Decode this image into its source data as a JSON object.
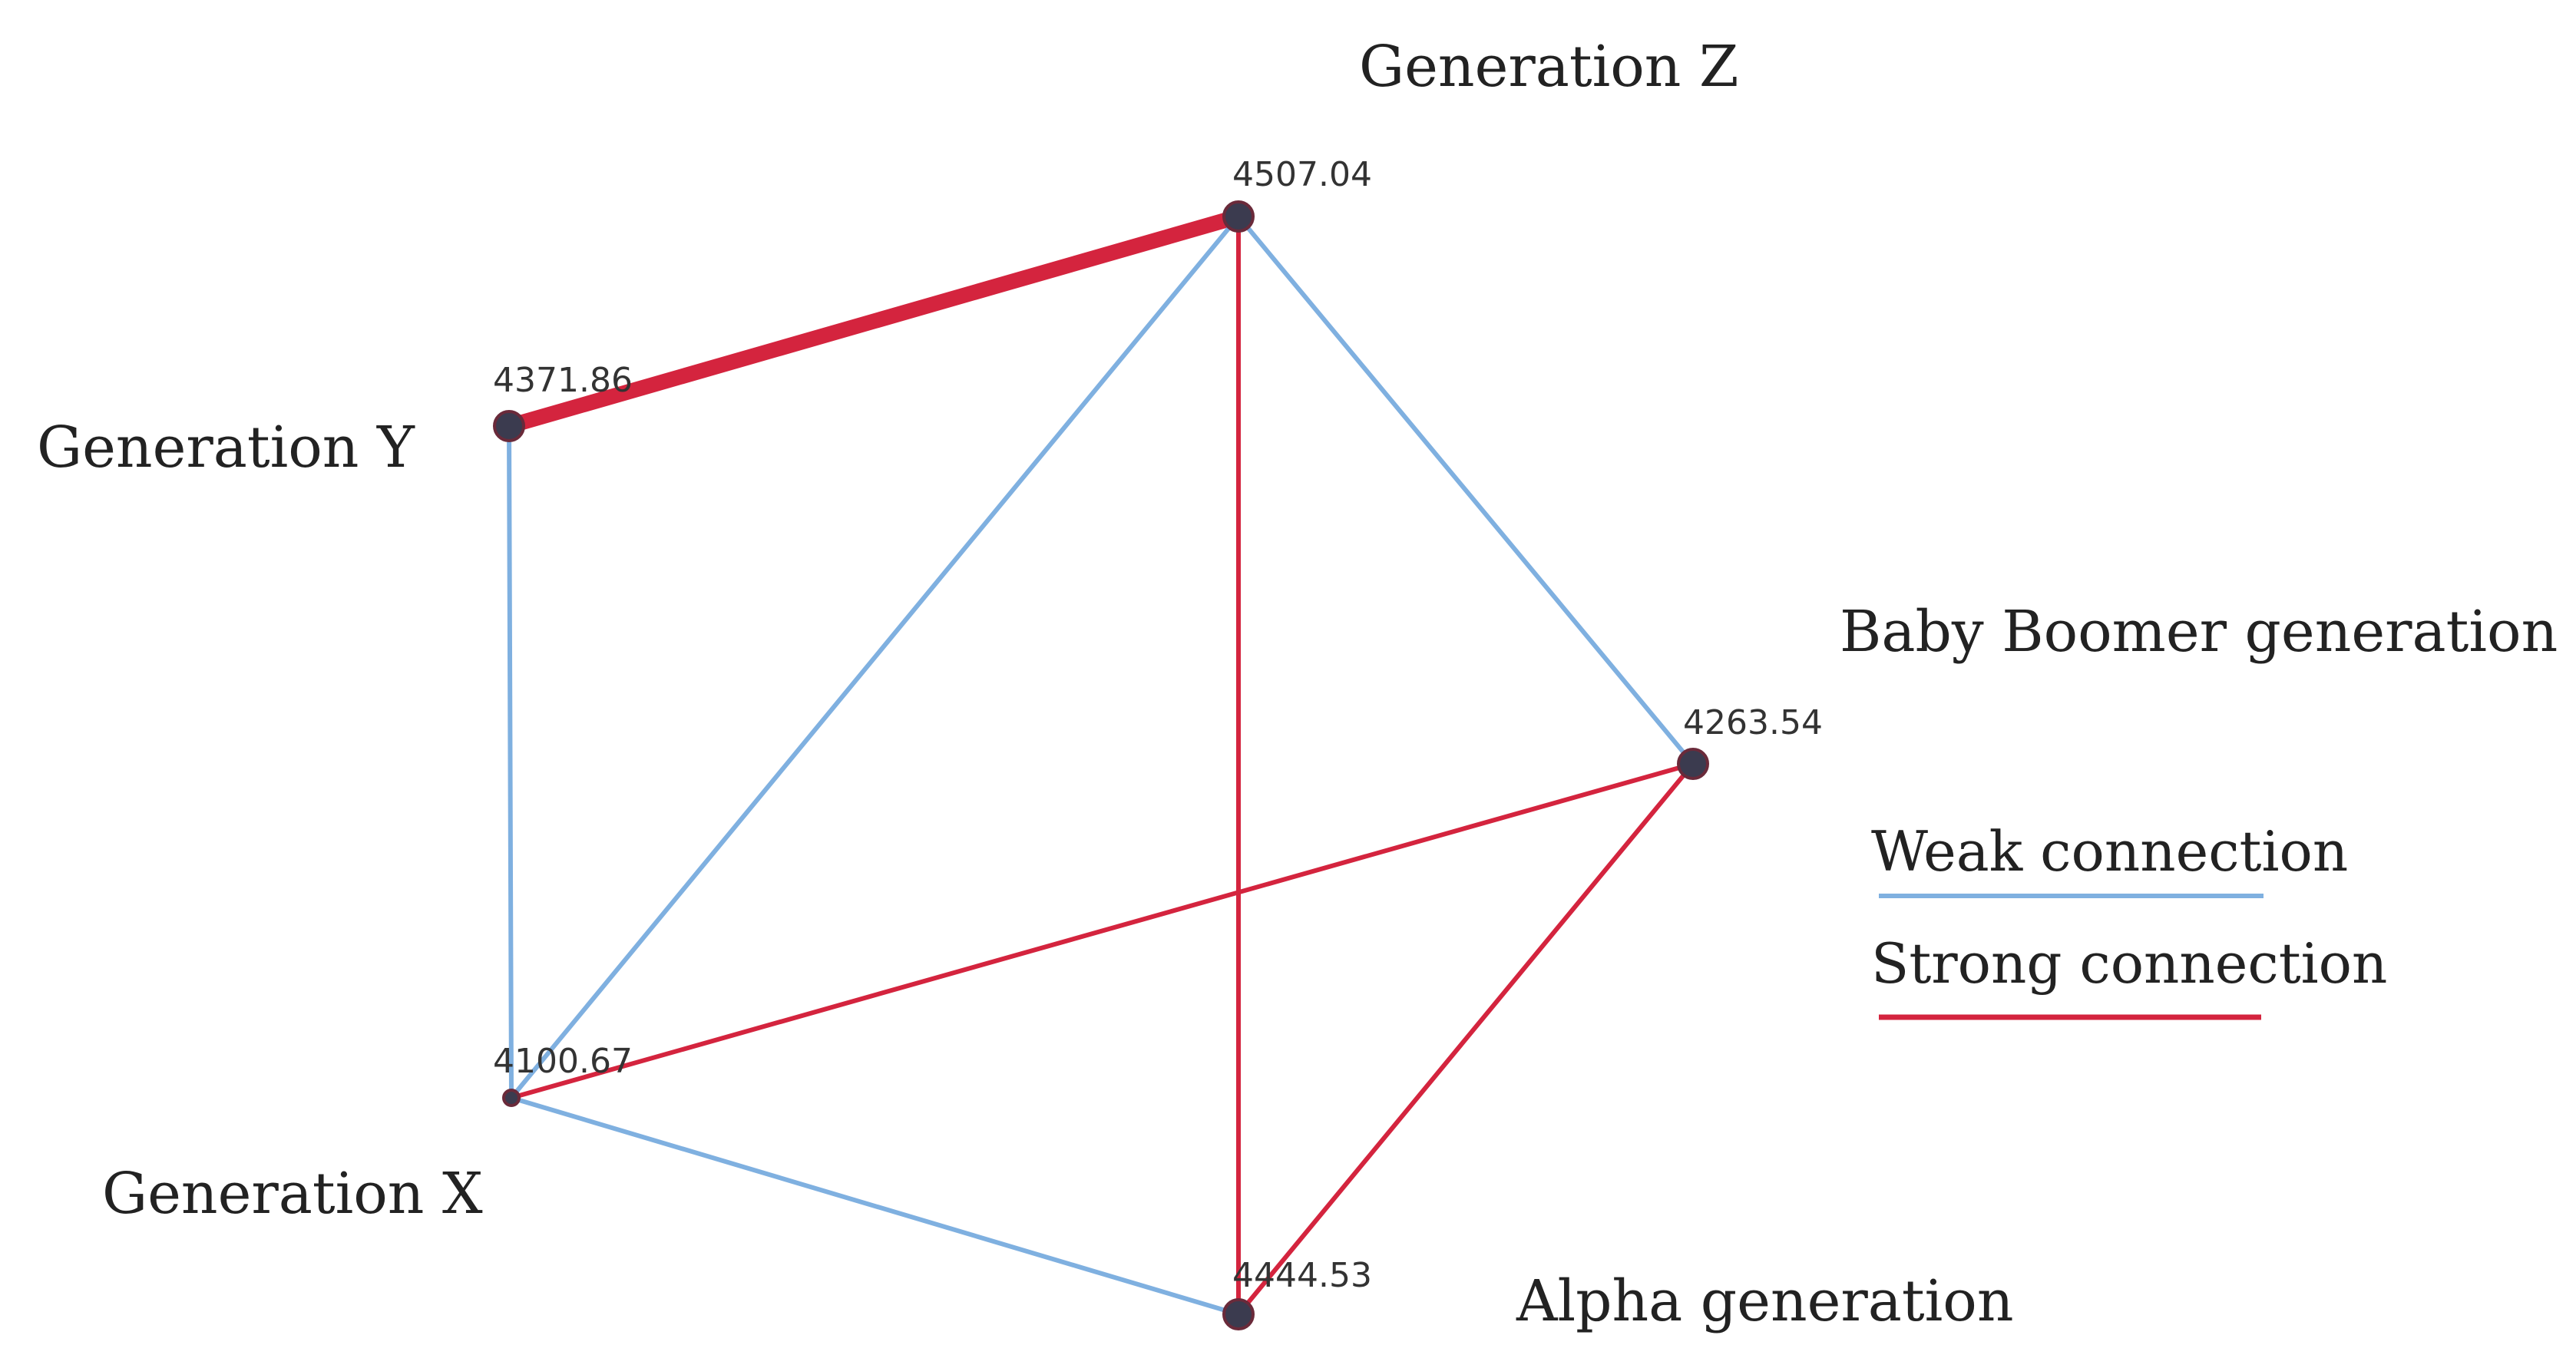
{
  "nodes": {
    "gen_z": {
      "name": "Generation Z",
      "value": "4507.04"
    },
    "gen_y": {
      "name": "Generation Y",
      "value": "4371.86"
    },
    "boomer": {
      "name": "Baby Boomer generation",
      "value": "4263.54"
    },
    "gen_x": {
      "name": "Generation X",
      "value": "4100.67"
    },
    "alpha": {
      "name": "Alpha generation",
      "value": "4444.53"
    }
  },
  "edges": [
    {
      "from": "gen_y",
      "to": "gen_z",
      "type": "strong",
      "weight": "heavy"
    },
    {
      "from": "gen_z",
      "to": "gen_x",
      "type": "weak",
      "weight": "normal"
    },
    {
      "from": "gen_z",
      "to": "alpha",
      "type": "strong",
      "weight": "normal"
    },
    {
      "from": "gen_z",
      "to": "boomer",
      "type": "weak",
      "weight": "normal"
    },
    {
      "from": "gen_y",
      "to": "gen_x",
      "type": "weak",
      "weight": "normal"
    },
    {
      "from": "gen_x",
      "to": "boomer",
      "type": "strong",
      "weight": "normal"
    },
    {
      "from": "boomer",
      "to": "alpha",
      "type": "strong",
      "weight": "normal"
    },
    {
      "from": "gen_x",
      "to": "alpha",
      "type": "weak",
      "weight": "normal"
    }
  ],
  "legend": {
    "weak_label": "Weak connection",
    "strong_label": "Strong connection"
  },
  "colors": {
    "weak": "#7fb0e0",
    "strong": "#d4243e",
    "node": "#3b3b4f"
  }
}
